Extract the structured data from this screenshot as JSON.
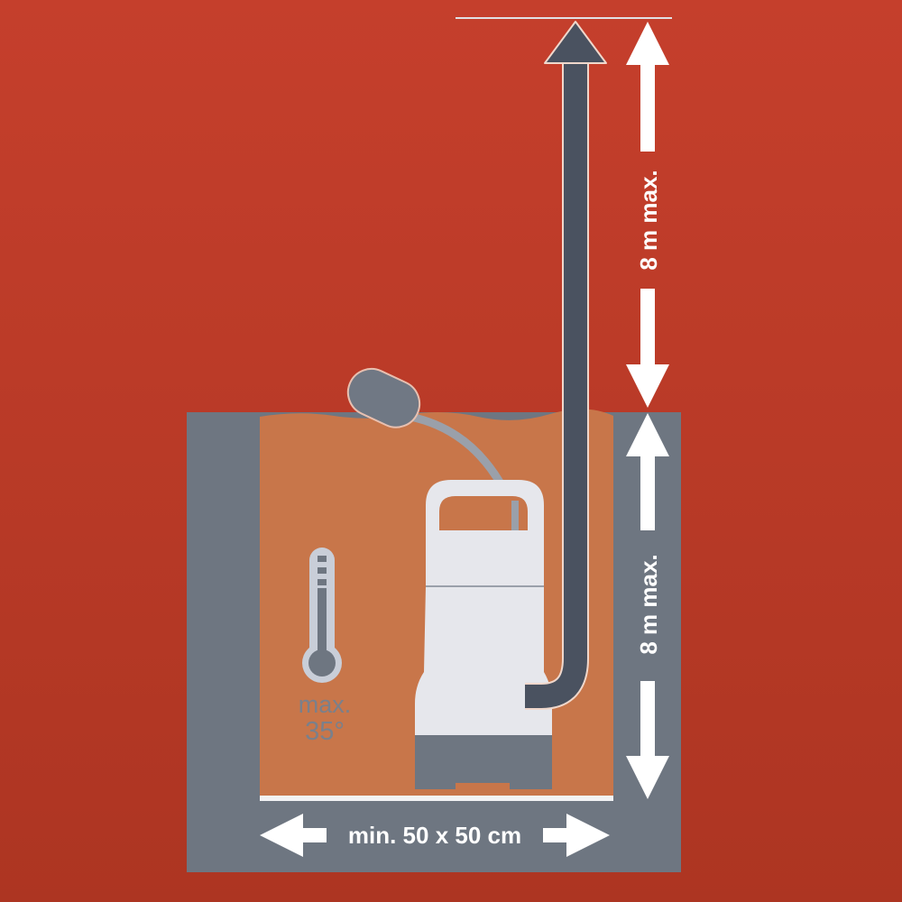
{
  "labels": {
    "discharge_height": "8 m max.",
    "immersion_depth": "8 m max.",
    "shaft_size": "min. 50 x 50 cm",
    "temp_line1": "max.",
    "temp_line2": "35°"
  },
  "icons": [
    "thermometer-icon",
    "float-switch-icon",
    "pump-icon",
    "hose-arrow-icon"
  ],
  "colors": {
    "background": "#c03d2a",
    "shaft_wall": "#6e7681",
    "water": "#c8764a",
    "pump": "#e6e7ec",
    "hose": "#4a5260",
    "arrows": "#ffffff"
  }
}
